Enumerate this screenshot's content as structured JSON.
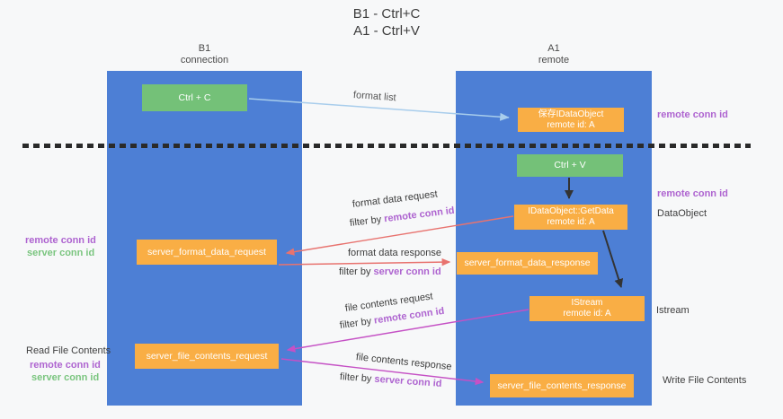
{
  "title": {
    "line1": "B1 - Ctrl+C",
    "line2": "A1 - Ctrl+V"
  },
  "columns": {
    "left": {
      "header_line1": "B1",
      "header_line2": "connection"
    },
    "right": {
      "header_line1": "A1",
      "header_line2": "remote"
    }
  },
  "boxes": {
    "ctrl_c": {
      "label": "Ctrl + C"
    },
    "save_idataobject": {
      "line1": "保存IDataObject",
      "line2": "remote id: A"
    },
    "ctrl_v": {
      "label": "Ctrl + V"
    },
    "getdata": {
      "line1": "IDataObject::GetData",
      "line2": "remote id: A"
    },
    "format_request": {
      "label": "server_format_data_request"
    },
    "format_response": {
      "label": "server_format_data_response"
    },
    "istream": {
      "line1": "IStream",
      "line2": "remote id: A"
    },
    "file_request": {
      "label": "server_file_contents_request"
    },
    "file_response": {
      "label": "server_file_contents_response"
    }
  },
  "side_labels": {
    "remote_conn_id_top_right": "remote conn id",
    "remote_conn_id_mid_right": "remote conn id",
    "dataobject": "DataObject",
    "istream_right": "Istream",
    "write_file_contents": "Write File Contents",
    "remote_conn_id_left1": "remote conn id",
    "server_conn_id_left1": "server conn id",
    "read_file_contents": "Read File Contents",
    "remote_conn_id_left2": "remote conn id",
    "server_conn_id_left2": "server conn id"
  },
  "arrow_labels": {
    "format_list": "format list",
    "format_data_request": "format data request",
    "filter_by_1_prefix": "filter by ",
    "filter_by_1_key": "remote conn id",
    "format_data_response": "format data response",
    "filter_by_2_prefix": "filter by ",
    "filter_by_2_key": "server conn id",
    "file_contents_request": "file contents request",
    "filter_by_3_prefix": "filter by ",
    "filter_by_3_key": "remote conn id",
    "file_contents_response": "file contents response",
    "filter_by_4_prefix": "filter by ",
    "filter_by_4_key": "server conn id"
  },
  "colors": {
    "background": "#f7f8f9",
    "column_blue": "#4d7fd5",
    "box_orange": "#f9ae45",
    "box_green": "#74c178",
    "arrow_salmon": "#e8736f",
    "arrow_magenta": "#c551c5",
    "arrow_lightblue": "#a8cdec",
    "arrow_black": "#333333",
    "label_purple": "#ae64d0",
    "label_green": "#7ac57f",
    "text_dark": "#3d3d3d"
  }
}
